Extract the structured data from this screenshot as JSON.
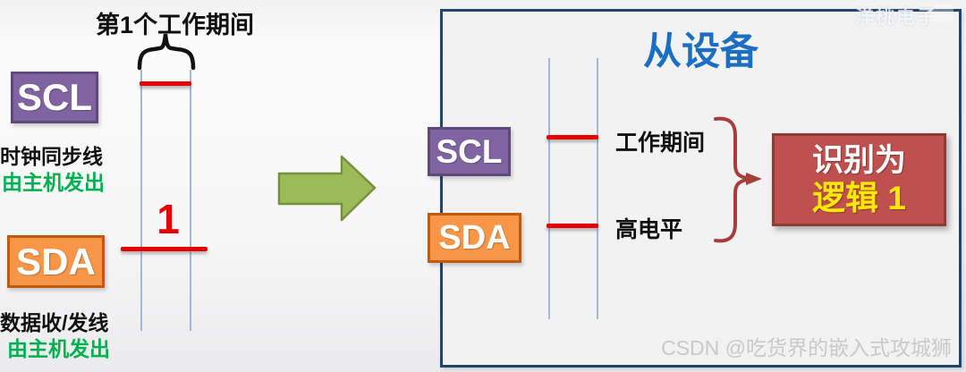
{
  "left_panel": {
    "period_label": "第1个工作期间",
    "scl_badge": "SCL",
    "scl_desc_line1": "时钟同步线",
    "scl_desc_line2": "由主机发出",
    "bit_value": "1",
    "sda_badge": "SDA",
    "sda_desc_line1": "数据收/发线",
    "sda_desc_line2": "由主机发出"
  },
  "slave_panel": {
    "title": "从设备",
    "scl_badge": "SCL",
    "sda_badge": "SDA",
    "scl_annotation": "工作期间",
    "sda_annotation": "高电平",
    "result_line1": "识别为",
    "result_line2": "逻辑 1"
  },
  "watermarks": {
    "top_right": "洋桃电子",
    "bottom_right": "CSDN @吃货界的嵌入式攻城狮"
  },
  "colors": {
    "scl_fill": "#8064A2",
    "scl_border": "#5F497A",
    "sda_fill": "#F79646",
    "sda_border": "#C05A11",
    "signal_red": "#E60000",
    "title_blue": "#1B6EC2",
    "green_text": "#00B050",
    "arrow_fill": "#9BBB59",
    "arrow_border": "#76923C",
    "result_fill": "#C0504D",
    "result_border": "#8E3A37",
    "result_yellow": "#FFE800",
    "panel_border": "#22456E",
    "guide_line": "#9FBAD6",
    "brace_red": "#A63F3B"
  }
}
